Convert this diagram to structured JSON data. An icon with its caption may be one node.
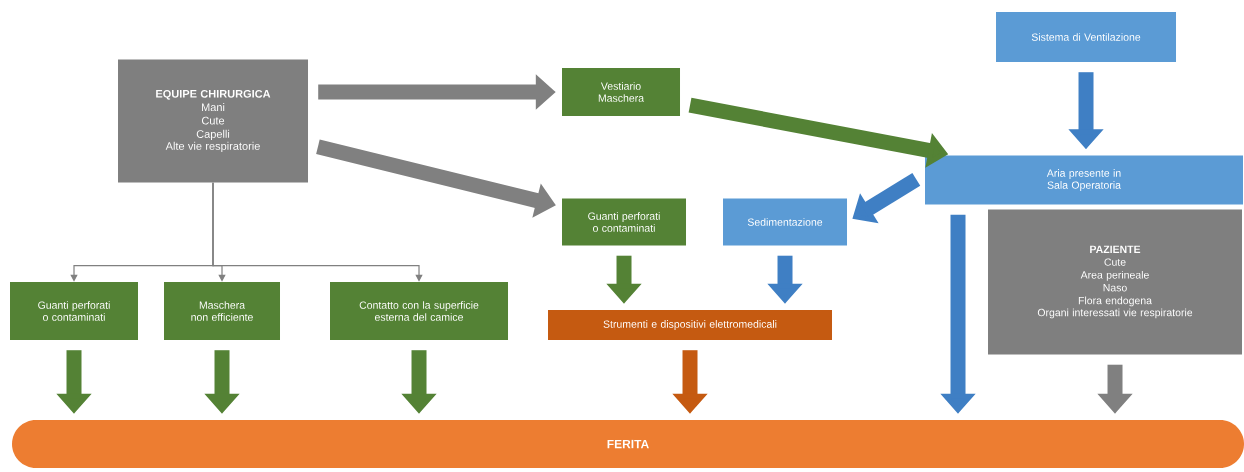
{
  "diagram": {
    "nodes": [
      {
        "text": [
          "EQUIPE CHIRURGICA",
          "Mani",
          "Cute",
          "Capelli",
          "Alte vie respiratorie"
        ]
      },
      {
        "text": [
          "Vestiario",
          "Maschera"
        ]
      },
      {
        "text": [
          "Sistema di Ventilazione"
        ]
      },
      {
        "text": [
          "Aria presente in Sala Operatoria"
        ]
      },
      {
        "text": [
          "Guanti perforati o contaminati"
        ]
      },
      {
        "text": [
          "Sedimentazione"
        ]
      },
      {
        "text": [
          "PAZIENTE",
          "Cute",
          "Area perineale",
          "Naso",
          "Flora endogena",
          "Organi interessati vie respiratorie"
        ]
      },
      {
        "text": [
          "Guanti perforati o contaminati"
        ]
      },
      {
        "text": [
          "Maschera non efficiente"
        ]
      },
      {
        "text": [
          "Contatto con la superficie esterna del camice"
        ]
      },
      {
        "text": [
          "Strumenti e dispositivi elettromedicali"
        ]
      },
      {
        "text": [
          "FERITA"
        ]
      }
    ],
    "edges": [
      {
        "from": 0,
        "to": 1,
        "arrow": "to",
        "color": "#808080"
      },
      {
        "from": 0,
        "to": 4,
        "arrow": "to",
        "color": "#808080"
      },
      {
        "from": 1,
        "to": 3,
        "arrow": "to",
        "color": "#548235"
      },
      {
        "from": 2,
        "to": 3,
        "arrow": "to",
        "color": "#3f7fc4"
      },
      {
        "from": 3,
        "to": 5,
        "arrow": "to",
        "color": "#3f7fc4"
      },
      {
        "from": 0,
        "to": 7,
        "arrow": "to"
      },
      {
        "from": 0,
        "to": 8,
        "arrow": "to"
      },
      {
        "from": 0,
        "to": 9,
        "arrow": "to"
      },
      {
        "from": 4,
        "to": 10,
        "arrow": "to",
        "color": "#548235"
      },
      {
        "from": 5,
        "to": 10,
        "arrow": "to",
        "color": "#3f7fc4"
      },
      {
        "from": 3,
        "to": 11,
        "arrow": "to",
        "color": "#3f7fc4"
      },
      {
        "from": 6,
        "to": 11,
        "arrow": "to",
        "color": "#808080"
      },
      {
        "from": 7,
        "to": 11,
        "arrow": "to",
        "color": "#548235"
      },
      {
        "from": 8,
        "to": 11,
        "arrow": "to",
        "color": "#548235"
      },
      {
        "from": 9,
        "to": 11,
        "arrow": "to",
        "color": "#548235"
      },
      {
        "from": 10,
        "to": 11,
        "arrow": "to",
        "color": "#c55a11"
      }
    ]
  }
}
